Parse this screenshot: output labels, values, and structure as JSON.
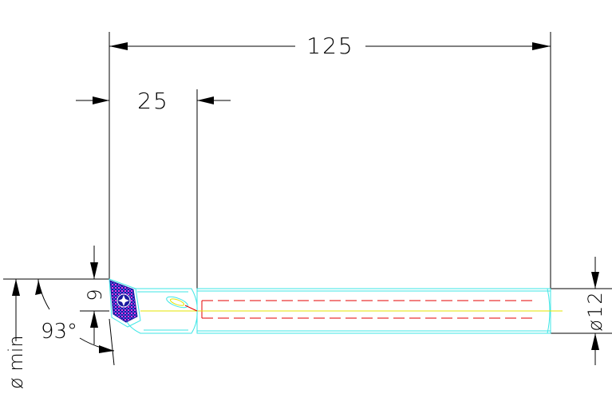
{
  "dimensions": {
    "overall_length": "125",
    "head_length": "25",
    "cut_depth": "9",
    "shank_diameter": "ø12",
    "approach_angle": "93°",
    "min_bore": "ø min"
  },
  "colors": {
    "dimension_lines": "#000000",
    "tool_outline": "#3ee6e6",
    "coolant_channel": "#e60000",
    "centerline": "#e6e600",
    "insert_fill": "#1a1aa0",
    "insert_accent": "#e63ee6"
  },
  "icons": {
    "insert": "indexable-insert-icon",
    "screw": "torx-screw-icon"
  }
}
